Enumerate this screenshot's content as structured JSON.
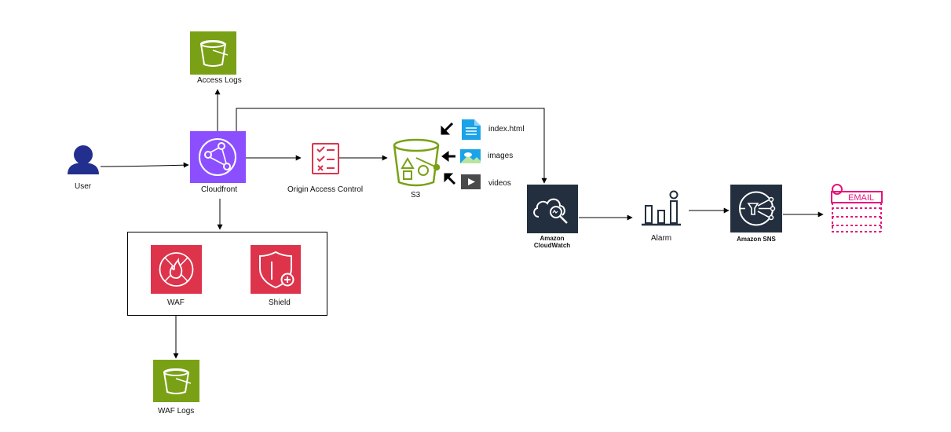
{
  "nodes": {
    "access_logs": {
      "label": "Access Logs",
      "color": "#7aa116"
    },
    "user": {
      "label": "User",
      "color": "#232f8f"
    },
    "cloudfront": {
      "label": "Cloudfront",
      "color": "#8c4fff"
    },
    "oac": {
      "label": "Origin Access Control",
      "color": "#dd344c"
    },
    "s3": {
      "label": "S3",
      "color": "#7aa116"
    },
    "index_html": {
      "label": "index.html",
      "color": "#1aa3e8"
    },
    "images": {
      "label": "images",
      "color": "#1aa3e8"
    },
    "videos": {
      "label": "videos",
      "color": "#4a4a4a"
    },
    "waf": {
      "label": "WAF",
      "color": "#dd344c"
    },
    "shield": {
      "label": "Shield",
      "color": "#dd344c"
    },
    "waf_logs": {
      "label": "WAF Logs",
      "color": "#7aa116"
    },
    "cloudwatch": {
      "label_line1": "Amazon",
      "label_line2": "CloudWatch",
      "color": "#232f3e"
    },
    "alarm": {
      "label": "Alarm",
      "color": "#232f3e"
    },
    "sns": {
      "label": "Amazon SNS",
      "color": "#232f3e"
    },
    "email": {
      "label": "EMAIL",
      "color": "#e7157b"
    }
  }
}
